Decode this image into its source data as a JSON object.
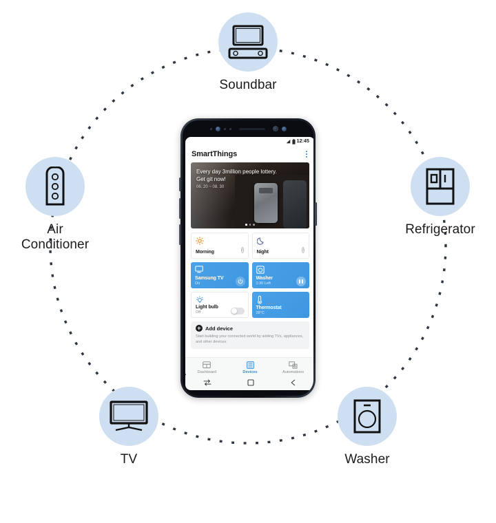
{
  "scene": {
    "title": "SmartThings connected devices diagram",
    "circle_color": "#cfdff2",
    "accent_blue": "#3d96e0"
  },
  "nodes": [
    {
      "id": "soundbar",
      "label": "Soundbar",
      "icon": "soundbar-icon"
    },
    {
      "id": "air",
      "label": "Air\nConditioner",
      "icon": "air-conditioner-icon"
    },
    {
      "id": "refrigerator",
      "label": "Refrigerator",
      "icon": "refrigerator-icon"
    },
    {
      "id": "tv",
      "label": "TV",
      "icon": "tv-icon"
    },
    {
      "id": "washer",
      "label": "Washer",
      "icon": "washer-icon"
    }
  ],
  "phone": {
    "status_bar": {
      "time": "12:45",
      "signal_icon": "signal-bars-icon",
      "battery_icon": "battery-icon"
    },
    "app_bar": {
      "title": "SmartThings",
      "overflow_icon": "more-options-icon"
    },
    "promo": {
      "line1": "Every day 3million people lottery.",
      "line2": "Get git now!",
      "date_range": "06. 20 ~ 08. 30",
      "page_dots": 3,
      "active_dot": 1
    },
    "cards": [
      {
        "id": "morning",
        "title": "Morning",
        "subtitle": "",
        "style": "light",
        "icon": "sun-icon",
        "action": "info-icon",
        "action_label": "i"
      },
      {
        "id": "night",
        "title": "Night",
        "subtitle": "",
        "style": "light",
        "icon": "moon-icon",
        "action": "info-icon",
        "action_label": "i"
      },
      {
        "id": "samsung-tv",
        "title": "Samsung TV",
        "subtitle": "On",
        "style": "blue",
        "icon": "tv-icon",
        "action": "power-icon",
        "action_label": ""
      },
      {
        "id": "washer",
        "title": "Washer",
        "subtitle": "1:30 Left",
        "style": "blue",
        "icon": "washer-icon",
        "action": "pause-icon",
        "action_label": ""
      },
      {
        "id": "light-bulb",
        "title": "Light bulb",
        "subtitle": "Off",
        "style": "light",
        "icon": "lightbulb-icon",
        "action": "toggle-switch",
        "action_label": ""
      },
      {
        "id": "thermostat",
        "title": "Thermostat",
        "subtitle": "28°C",
        "style": "blue",
        "icon": "thermometer-icon",
        "action": "none",
        "action_label": ""
      }
    ],
    "add_device": {
      "title": "Add device",
      "description": "Start building your connected world by adding TVs, appliances, and other devices.",
      "icon": "plus-circle-icon"
    },
    "tabs": [
      {
        "id": "dashboard",
        "label": "Dashboard",
        "icon": "dashboard-icon",
        "active": false
      },
      {
        "id": "devices",
        "label": "Devices",
        "icon": "devices-icon",
        "active": true
      },
      {
        "id": "automations",
        "label": "Automations",
        "icon": "automations-icon",
        "active": false
      }
    ],
    "navbar": [
      {
        "id": "recents",
        "icon": "recents-icon"
      },
      {
        "id": "home",
        "icon": "home-square-icon"
      },
      {
        "id": "back",
        "icon": "back-arrow-icon"
      }
    ]
  }
}
